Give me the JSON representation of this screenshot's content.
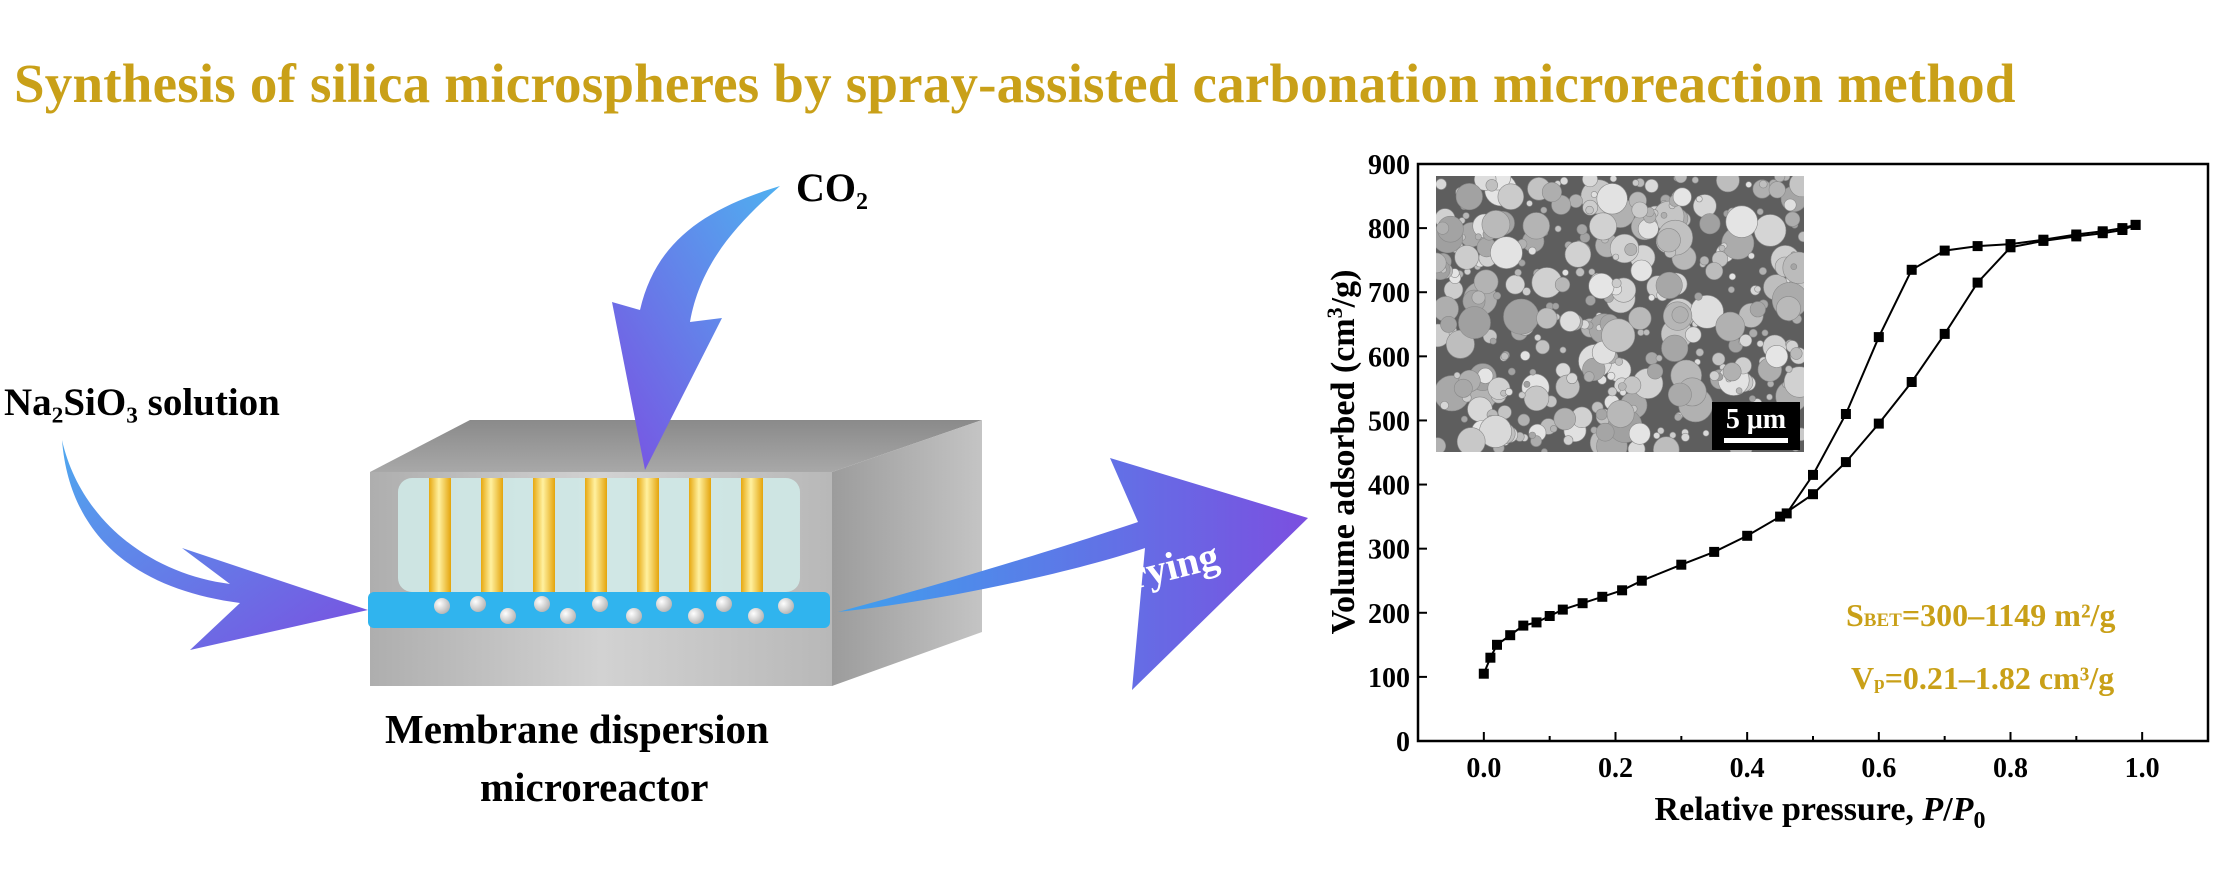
{
  "title": "Synthesis of silica microspheres by spray-assisted carbonation microreaction method",
  "diagram": {
    "co2_label": "CO₂",
    "feed_label": "Na₂SiO₃ solution",
    "reactor_label_line1": "Membrane dispersion",
    "reactor_label_line2": "microreactor",
    "spray_label": "Spray drying"
  },
  "inset": {
    "scale_bar_label": "5 μm"
  },
  "stats": {
    "sbet_prefix": "S",
    "sbet_sub": "BET",
    "sbet_value": "=300–1149 m²/g",
    "vp_prefix": "V",
    "vp_sub": "p",
    "vp_value": "=0.21–1.82 cm³/g"
  },
  "colors": {
    "title": "#c9a018",
    "stats": "#c9a018",
    "arrow_start": "#4fa8ef",
    "arrow_end": "#7a4fe0",
    "channel": "#30b4ee",
    "gold": "#f0c21e"
  },
  "chart_data": {
    "type": "line",
    "xlabel": "Relative pressure, P/P0",
    "ylabel": "Volume adsorbed (cm3/g)",
    "xlim": [
      -0.1,
      1.1
    ],
    "ylim": [
      0,
      900
    ],
    "xticks": [
      "0.0",
      "0.2",
      "0.4",
      "0.6",
      "0.8",
      "1.0"
    ],
    "yticks": [
      "0",
      "100",
      "200",
      "300",
      "400",
      "500",
      "600",
      "700",
      "800",
      "900"
    ],
    "series": [
      {
        "x": [
          0.0,
          0.01,
          0.02,
          0.04,
          0.06,
          0.08,
          0.1,
          0.12,
          0.15,
          0.18,
          0.21,
          0.24,
          0.3,
          0.35,
          0.4,
          0.45,
          0.5,
          0.55,
          0.6,
          0.65,
          0.7,
          0.75,
          0.8,
          0.85,
          0.9,
          0.94,
          0.97,
          0.99
        ],
        "y": [
          105,
          130,
          150,
          165,
          180,
          185,
          195,
          205,
          215,
          225,
          235,
          250,
          275,
          295,
          320,
          350,
          385,
          435,
          495,
          560,
          635,
          715,
          770,
          780,
          787,
          792,
          797,
          805
        ]
      },
      {
        "x": [
          0.99,
          0.97,
          0.94,
          0.9,
          0.85,
          0.8,
          0.75,
          0.7,
          0.65,
          0.6,
          0.55,
          0.5,
          0.46
        ],
        "y": [
          805,
          800,
          795,
          790,
          782,
          775,
          772,
          765,
          735,
          630,
          510,
          415,
          355
        ]
      }
    ]
  }
}
